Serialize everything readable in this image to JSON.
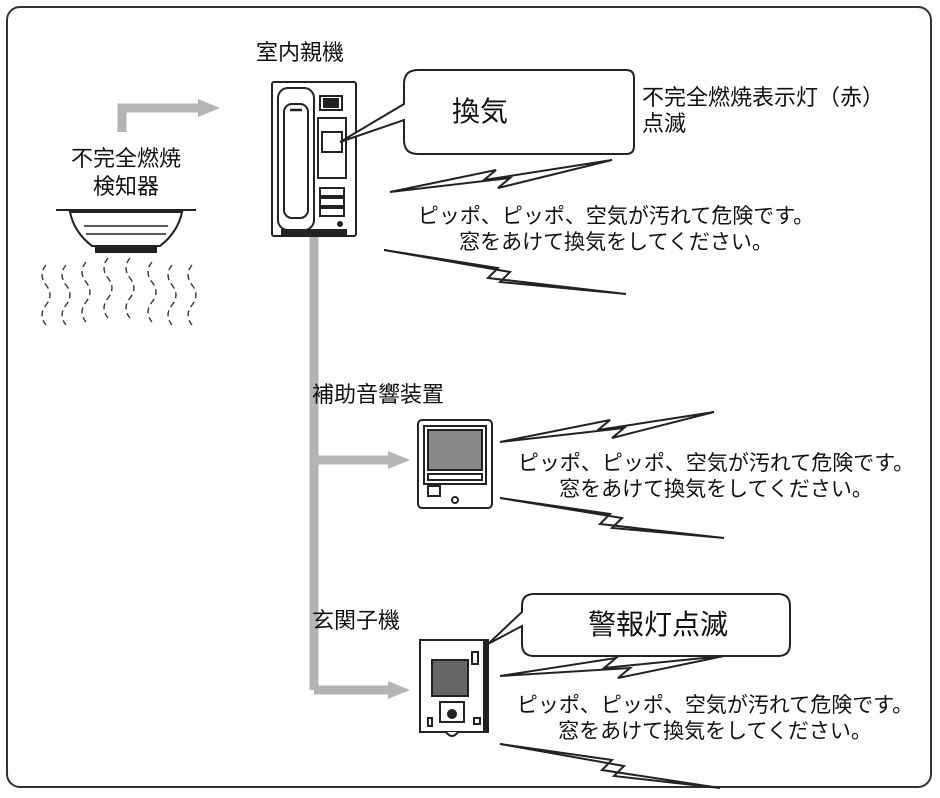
{
  "detector": {
    "label_line1": "不完全燃焼",
    "label_line2": "検知器"
  },
  "indoor_unit": {
    "label": "室内親機",
    "bubble_text": "換気",
    "lamp_line1": "不完全燃焼表示灯（赤）",
    "lamp_line2": "点滅",
    "voice_line1": "ピッポ、ピッポ、空気が汚れて危険です。",
    "voice_line2": "窓をあけて換気をしてください。"
  },
  "aux_sounder": {
    "label": "補助音響装置",
    "voice_line1": "ピッポ、ピッポ、空気が汚れて危険です。",
    "voice_line2": "窓をあけて換気をしてください。"
  },
  "door_station": {
    "label": "玄関子機",
    "bubble_text": "警報灯点滅",
    "voice_line1": "ピッポ、ピッポ、空気が汚れて危険です。",
    "voice_line2": "窓をあけて換気をしてください。"
  },
  "colors": {
    "line": "#b4b4b4",
    "stroke": "#222222"
  }
}
